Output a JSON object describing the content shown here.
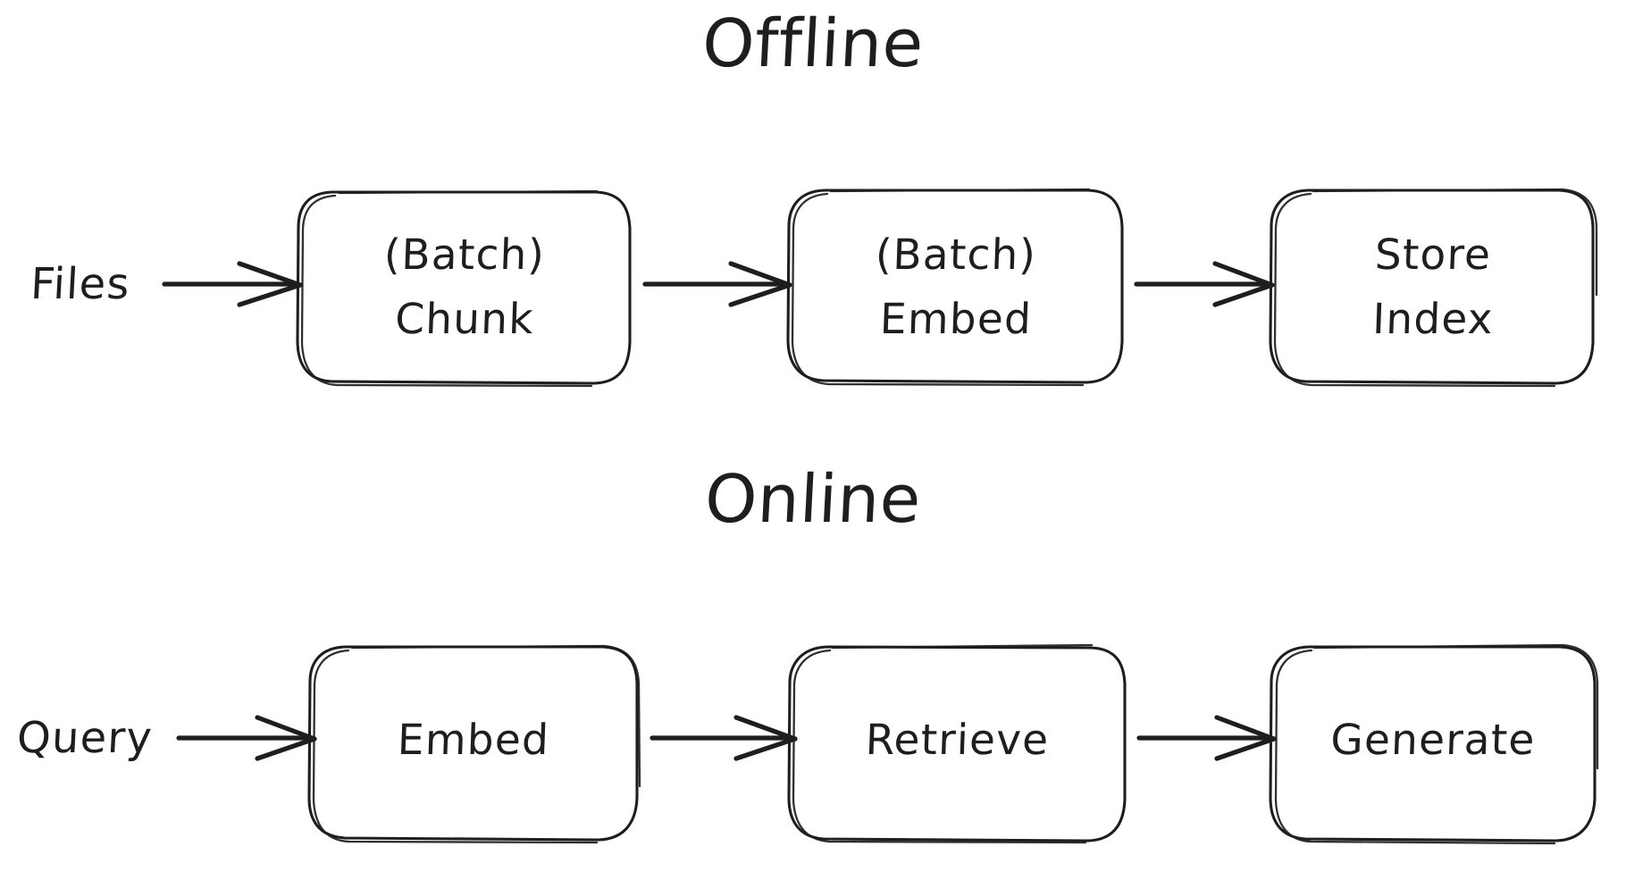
{
  "diagram": {
    "title_semantics": "RAG pipeline: offline indexing and online querying",
    "background_color": "#ffffff",
    "stroke_color": "#1e1e1e",
    "style": "hand-drawn"
  },
  "sections": [
    {
      "id": "offline",
      "heading": "Offline",
      "input_label": "Files",
      "nodes": [
        {
          "id": "batch-chunk",
          "line1": "(Batch)",
          "line2": "Chunk"
        },
        {
          "id": "batch-embed",
          "line1": "(Batch)",
          "line2": "Embed"
        },
        {
          "id": "store-index",
          "line1": "Store",
          "line2": "Index"
        }
      ],
      "arrows": [
        {
          "from": "Files",
          "to": "(Batch) Chunk"
        },
        {
          "from": "(Batch) Chunk",
          "to": "(Batch) Embed"
        },
        {
          "from": "(Batch) Embed",
          "to": "Store Index"
        }
      ]
    },
    {
      "id": "online",
      "heading": "Online",
      "input_label": "Query",
      "nodes": [
        {
          "id": "embed",
          "line1": "Embed",
          "line2": ""
        },
        {
          "id": "retrieve",
          "line1": "Retrieve",
          "line2": ""
        },
        {
          "id": "generate",
          "line1": "Generate",
          "line2": ""
        }
      ],
      "arrows": [
        {
          "from": "Query",
          "to": "Embed"
        },
        {
          "from": "Embed",
          "to": "Retrieve"
        },
        {
          "from": "Retrieve",
          "to": "Generate"
        }
      ]
    }
  ]
}
